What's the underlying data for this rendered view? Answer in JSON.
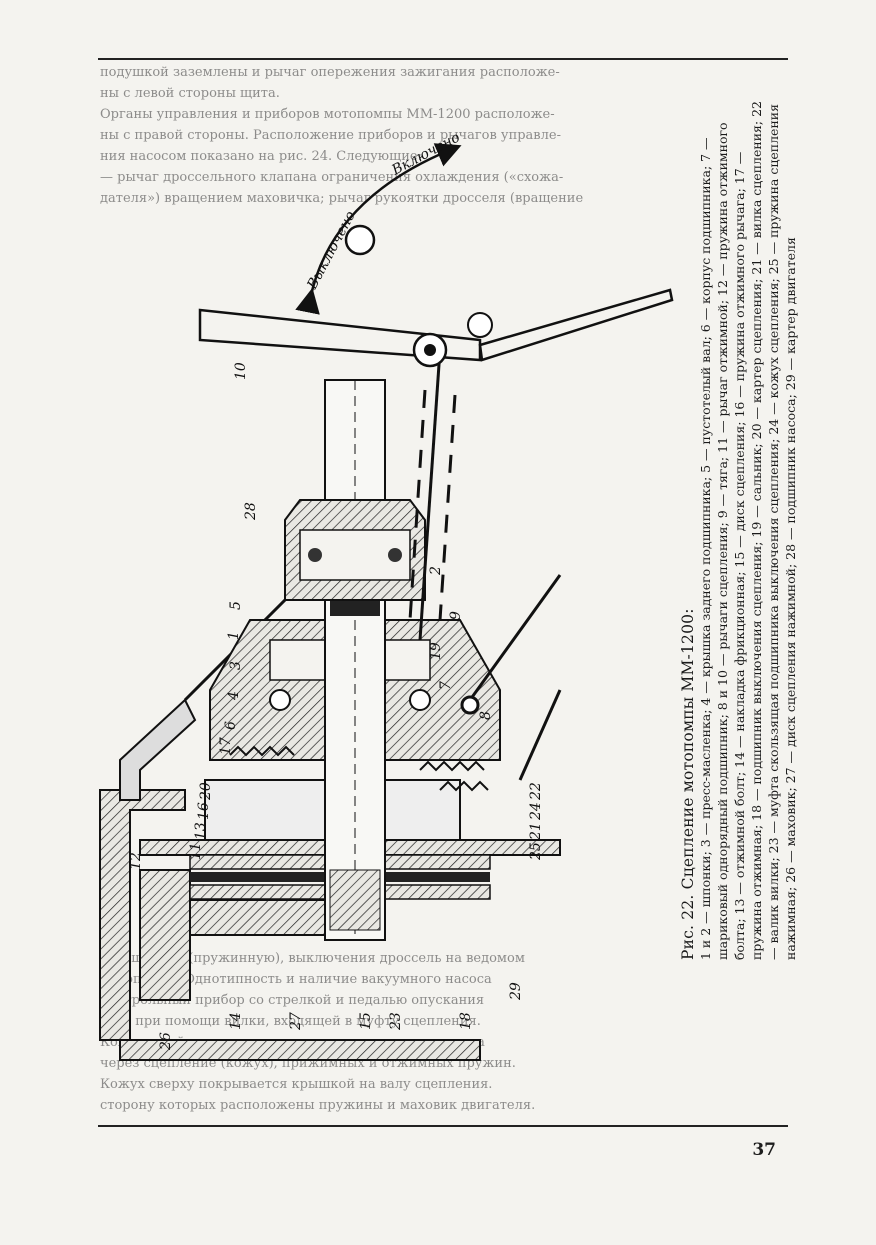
{
  "ghost_top_lines": [
    "подушкой заземлены и рычаг опережения зажигания расположе-",
    "ны с левой стороны щита.",
    "Органы управления и приборов мотопомпы ММ-1200 расположе-",
    "ны с правой стороны. Расположение приборов и рычагов управле-",
    "ния насосом показано на рис. 24. Следующие:",
    "— рычаг дроссельного клапана ограничения охлаждения («схожа-",
    "дателя») вращением маховичка; рычаг рукоятки дросселя (вращение"
  ],
  "ghost_bottom_lines": [
    "кую шпонку (пружинную), выключения дроссель на ведомом",
    "мотопомпа. Однотипность и наличие вакуумного насоса",
    "контрольный прибор со стрелкой и педалью опускания",
    "вала при помощи вилки, входящей в муфту сцепления.",
    "Коленчатый вал двигателя соединяется с валом насоса",
    "через сцепление (кожух), прижимных и отжимных пружин.",
    "Кожух сверху покрывается крышкой на валу сцепления.",
    "сторону которых расположены пружины и маховик двигателя."
  ],
  "figure": {
    "label_on": "Включено",
    "label_off": "Выключено",
    "part_numbers": [
      "1",
      "2",
      "3",
      "4",
      "5",
      "6",
      "7",
      "8",
      "9",
      "10",
      "11",
      "12",
      "13",
      "14",
      "15",
      "16",
      "17",
      "18",
      "19",
      "20",
      "21",
      "22",
      "23",
      "24",
      "25",
      "26",
      "27",
      "28",
      "29"
    ]
  },
  "caption": {
    "title": "Рис. 22. Сцепление мотопомпы ММ-1200:",
    "body": "1 и 2 — шпонки; 3 — пресс-масленка; 4 — крышка заднего подшипника; 5 — пустотелый вал; 6 — корпус подшипника; 7 — шариковый однорядный подшипник; 8 и 10 — рычаги сцепления; 9 — тяга; 11 — рычаг отжимной; 12 — пружина отжимного болта; 13 — отжимной болт; 14 — накладка фрикционная; 15 — диск сцепления; 16 — пружина отжимного рычага; 17 — пружина отжимная; 18 — подшипник выключения сцепления; 19 — сальник; 20 — картер сцепления; 21 — вилка сцепления; 22 — валик вилки; 23 — муфта скользящая подшипника выключения сцепления; 24 — кожух сцепления; 25 — пружина сцепления нажимная; 26 — маховик; 27 — диск сцепления нажимной; 28 — подшипник насоса; 29 — картер двигателя"
  },
  "page_number": "37"
}
